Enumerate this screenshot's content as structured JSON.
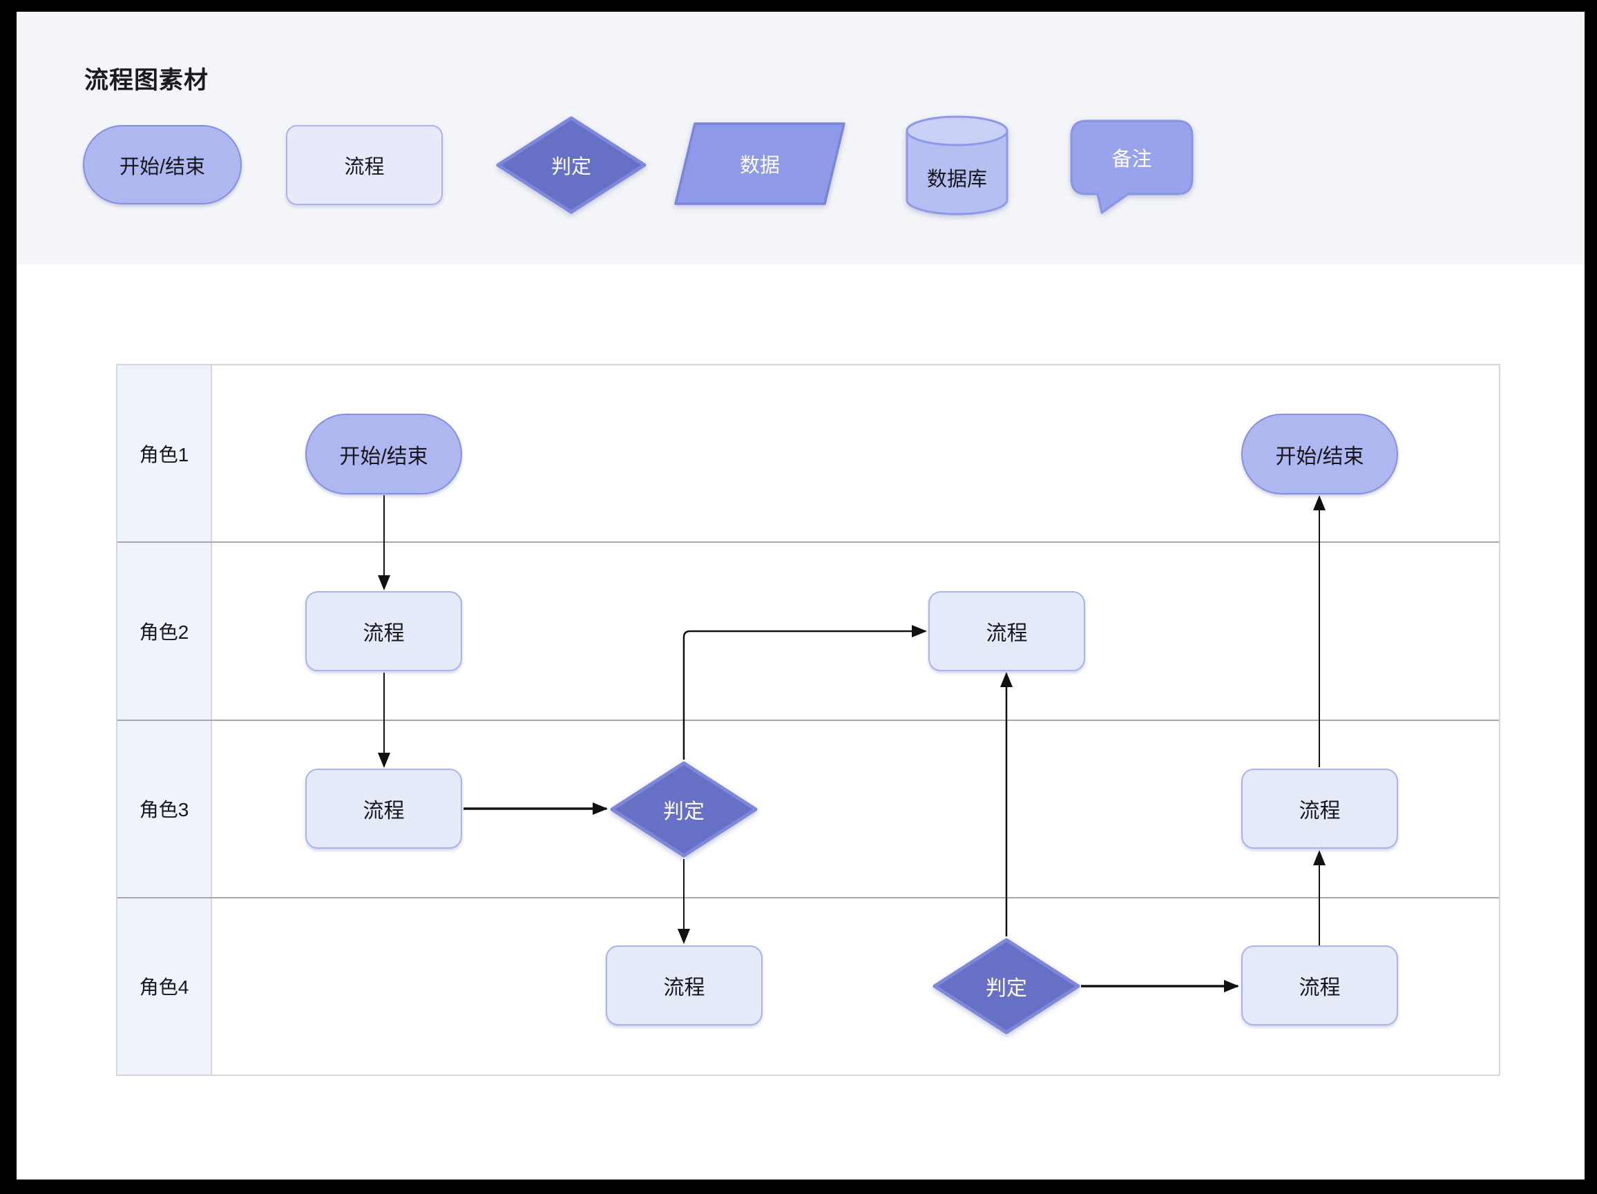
{
  "palette": {
    "title": "流程图素材",
    "items": [
      {
        "id": "start-end",
        "shape": "terminator",
        "label": "开始/结束"
      },
      {
        "id": "process",
        "shape": "process",
        "label": "流程"
      },
      {
        "id": "decision",
        "shape": "diamond",
        "label": "判定"
      },
      {
        "id": "data",
        "shape": "parallelogram",
        "label": "数据"
      },
      {
        "id": "database",
        "shape": "cylinder",
        "label": "数据库"
      },
      {
        "id": "note",
        "shape": "speech-bubble",
        "label": "备注"
      }
    ]
  },
  "swimlane": {
    "lanes": [
      {
        "label": "角色1"
      },
      {
        "label": "角色2"
      },
      {
        "label": "角色3"
      },
      {
        "label": "角色4"
      }
    ],
    "nodes": {
      "start_left": {
        "lane": "角色1",
        "label": "开始/结束"
      },
      "start_right": {
        "lane": "角色1",
        "label": "开始/结束"
      },
      "process_lane2_left": {
        "lane": "角色2",
        "label": "流程"
      },
      "process_lane2_right": {
        "lane": "角色2",
        "label": "流程"
      },
      "process_lane3_left": {
        "lane": "角色3",
        "label": "流程"
      },
      "decision_lane3": {
        "lane": "角色3",
        "label": "判定"
      },
      "process_lane3_right": {
        "lane": "角色3",
        "label": "流程"
      },
      "process_lane4_left": {
        "lane": "角色4",
        "label": "流程"
      },
      "decision_lane4": {
        "lane": "角色4",
        "label": "判定"
      },
      "process_lane4_right": {
        "lane": "角色4",
        "label": "流程"
      }
    }
  },
  "colors": {
    "frame": "#000000",
    "page_bg": "#FFFFFF",
    "header_bg": "#F4F5F8",
    "terminator_fill": "#AEB7F0",
    "terminator_border": "#8490E0",
    "process_fill": "#E5EAF9",
    "process_border": "#A8B3EC",
    "decision_fill": "#6670C5",
    "decision_border": "#7E88DA",
    "data_fill": "#8E99E8",
    "data_border": "#7B86DB",
    "database_fill": "#B5BFF2",
    "database_top_fill": "#C9D0F6",
    "database_border": "#8E99E8",
    "note_fill": "#98A3EC",
    "note_border": "#8A95E4",
    "lane_header_bg": "#EFF3FB",
    "grid_line": "#A6A8AD",
    "table_border": "#D5D7DC",
    "connector": "#111111",
    "text_dark": "#17171B",
    "text_light": "#FFFFFF"
  }
}
